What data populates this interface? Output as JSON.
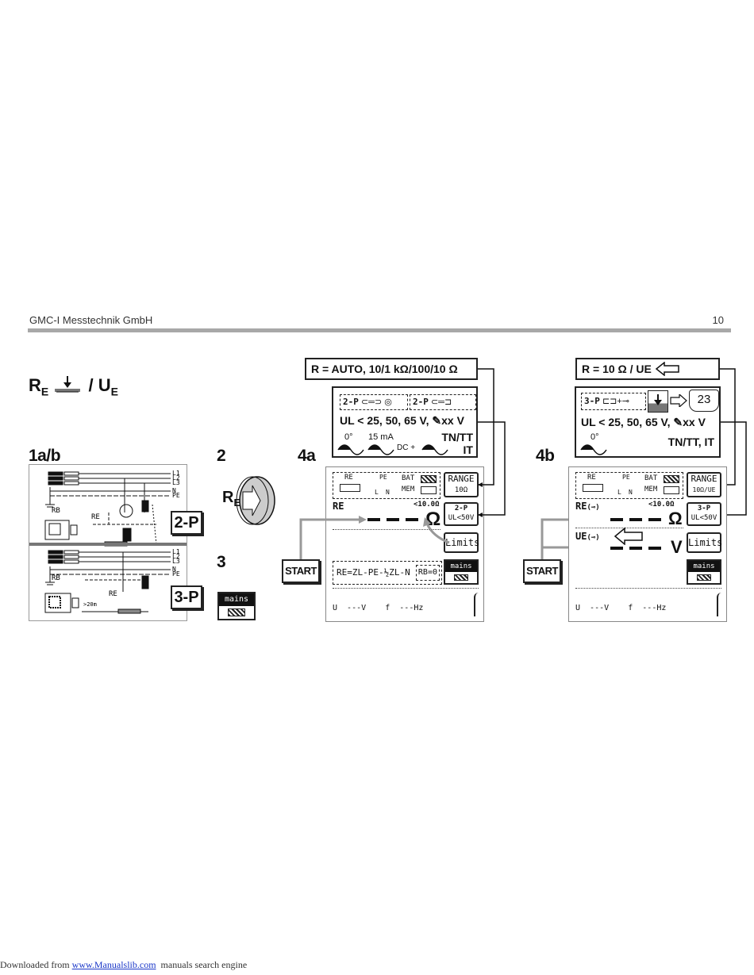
{
  "header": {
    "company": "GMC-I Messtechnik GmbH",
    "page_number": "10"
  },
  "title": {
    "r": "R",
    "r_sub": "E",
    "sep": "/ U",
    "u_sub": "E"
  },
  "steps": {
    "s1": "1a/b",
    "s2": "2",
    "s3": "3",
    "s4a": "4a",
    "s4b": "4b"
  },
  "wiring": {
    "two_p": "2-P",
    "three_p": "3-P",
    "lines": [
      "L1",
      "L2",
      "L3",
      "N",
      "PE"
    ],
    "rb": "RB",
    "re": "RE",
    "dist": ">20m"
  },
  "knob": {
    "r": "R",
    "sub": "E"
  },
  "mains_btn": "mains",
  "left_panel": {
    "range_label": "R =  AUTO, 10/1 kΩ/100/10 Ω",
    "opt_2p_a": "2-P",
    "opt_2p_b": "2-P",
    "ul_line": "UL < 25, 50, 65 V,",
    "ul_xx": "xx V",
    "deg": "0°",
    "ma": "15 mA",
    "dc": "DC +",
    "tntt": "TN/TT",
    "it": "IT",
    "screen": {
      "re_label": "RE",
      "pe_label": "PE",
      "l_label": "L",
      "n_label": "N",
      "bat": "BAT",
      "mem": "MEM",
      "range_btn": "RANGE",
      "range_val": "10Ω",
      "re_read": "RE",
      "limit_val": "<10.0Ω",
      "unit": "Ω",
      "ul_btn_top": "2-P",
      "ul_btn_bot": "UL<50V",
      "limits": "Limits",
      "formula": "RE=ZL-PE-½ZL-N",
      "rb0": "RB=0",
      "mains": "mains",
      "v_row": "U  ---V    f  ---Hz",
      "start": "START"
    }
  },
  "right_panel": {
    "range_label": "R =   10 Ω / UE",
    "opt_3p": "3-P",
    "page_ref": "23",
    "ul_line": "UL < 25, 50, 65 V,",
    "ul_xx": "xx V",
    "deg": "0°",
    "tn": "TN/TT, IT",
    "screen": {
      "re_label": "RE",
      "pe_label": "PE",
      "l_label": "L",
      "n_label": "N",
      "bat": "BAT",
      "mem": "MEM",
      "range_btn": "RANGE",
      "range_val": "10Ω/UE",
      "re_read": "RE",
      "ue_read": "UE",
      "limit_val": "<10.0Ω",
      "unit_o": "Ω",
      "unit_v": "V",
      "ul_btn_top": "3-P",
      "ul_btn_bot": "UL<50V",
      "limits": "Limits",
      "mains": "mains",
      "v_row": "U  ---V    f  ---Hz",
      "start": "START"
    }
  },
  "footer": {
    "prefix": "Downloaded from ",
    "link": "www.Manualslib.com",
    "suffix": "  manuals search engine"
  }
}
